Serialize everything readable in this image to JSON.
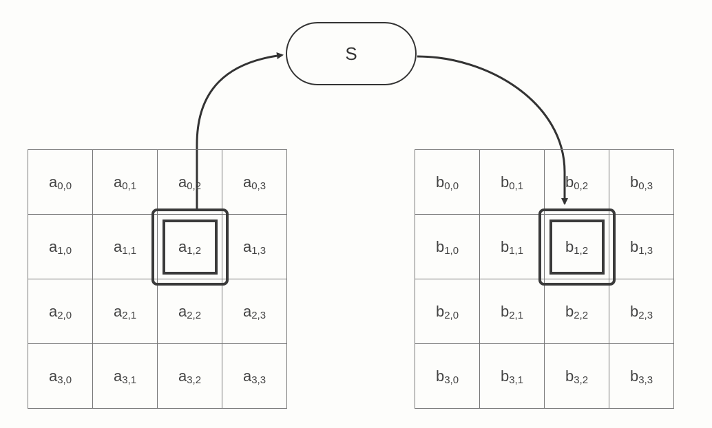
{
  "operator": {
    "label": "S"
  },
  "grid_a": {
    "letter": "a",
    "cells": [
      [
        "0,0",
        "0,1",
        "0,2",
        "0,3"
      ],
      [
        "1,0",
        "1,1",
        "1,2",
        "1,3"
      ],
      [
        "2,0",
        "2,1",
        "2,2",
        "2,3"
      ],
      [
        "3,0",
        "3,1",
        "3,2",
        "3,3"
      ]
    ]
  },
  "grid_b": {
    "letter": "b",
    "cells": [
      [
        "0,0",
        "0,1",
        "0,2",
        "0,3"
      ],
      [
        "1,0",
        "1,1",
        "1,2",
        "1,3"
      ],
      [
        "2,0",
        "2,1",
        "2,2",
        "2,3"
      ],
      [
        "3,0",
        "3,1",
        "3,2",
        "3,3"
      ]
    ]
  },
  "highlight": {
    "row": 1,
    "col": 2
  },
  "colors": {
    "line": "#333333",
    "grid": "#777777",
    "text": "#444444"
  }
}
